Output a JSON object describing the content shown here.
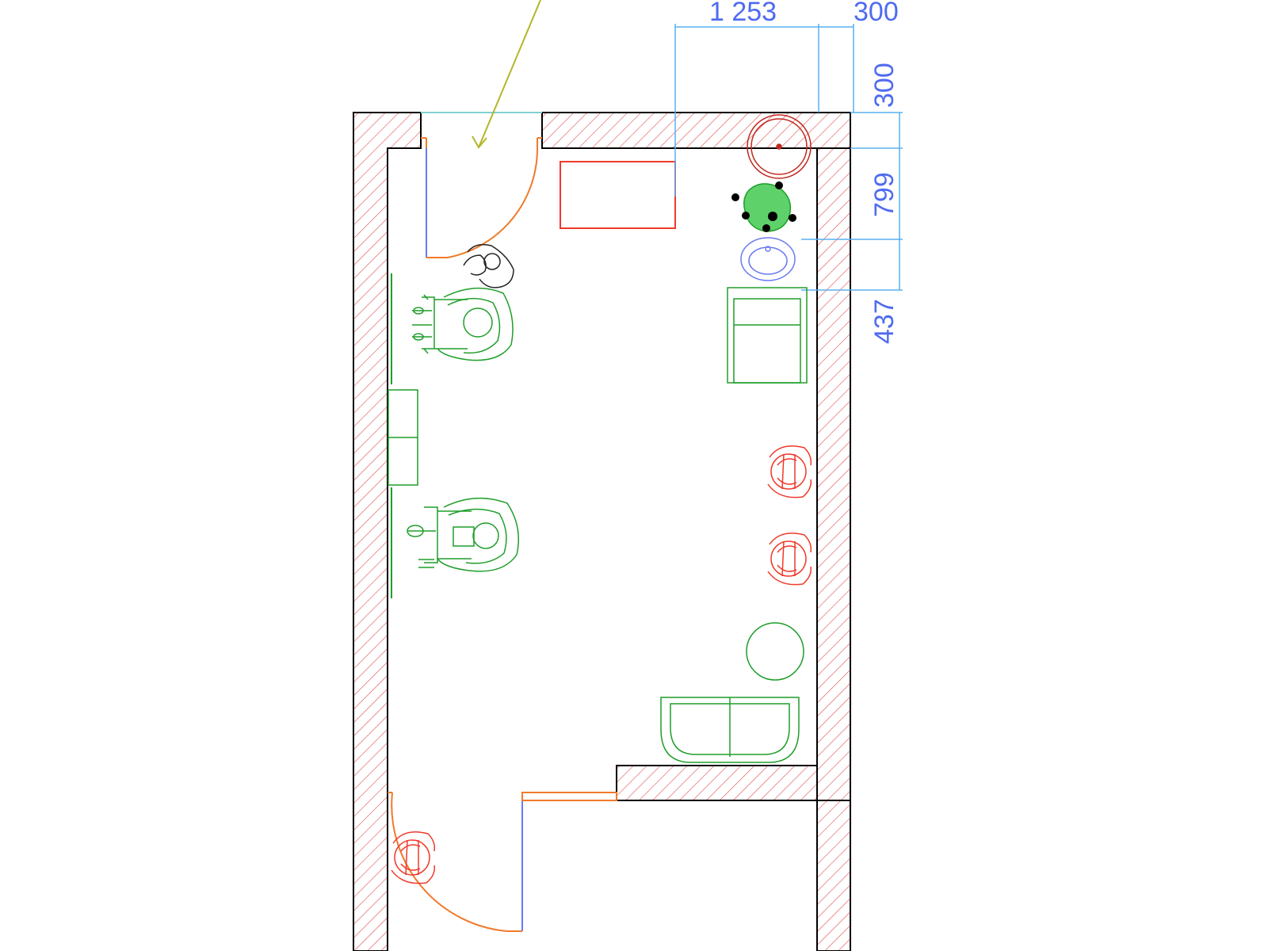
{
  "colors": {
    "wall_outline": "#000000",
    "wall_hatch": "#e25a5a",
    "dimension": "#4f6bf0",
    "dimension_line": "#5ab0f0",
    "door": "#f07a2a",
    "door_leaf": "#6a7af0",
    "furniture": "#1f9e2a",
    "chairs": "#f03a2a",
    "table": "#f03a2a",
    "sink": "#6a7af0",
    "pointer": "#b5b52a",
    "background": "#ffffff"
  },
  "dimensions": {
    "top_width": "1 253",
    "top_offset": "300",
    "right_top": "300",
    "right_middle": "799",
    "right_bottom": "437"
  }
}
